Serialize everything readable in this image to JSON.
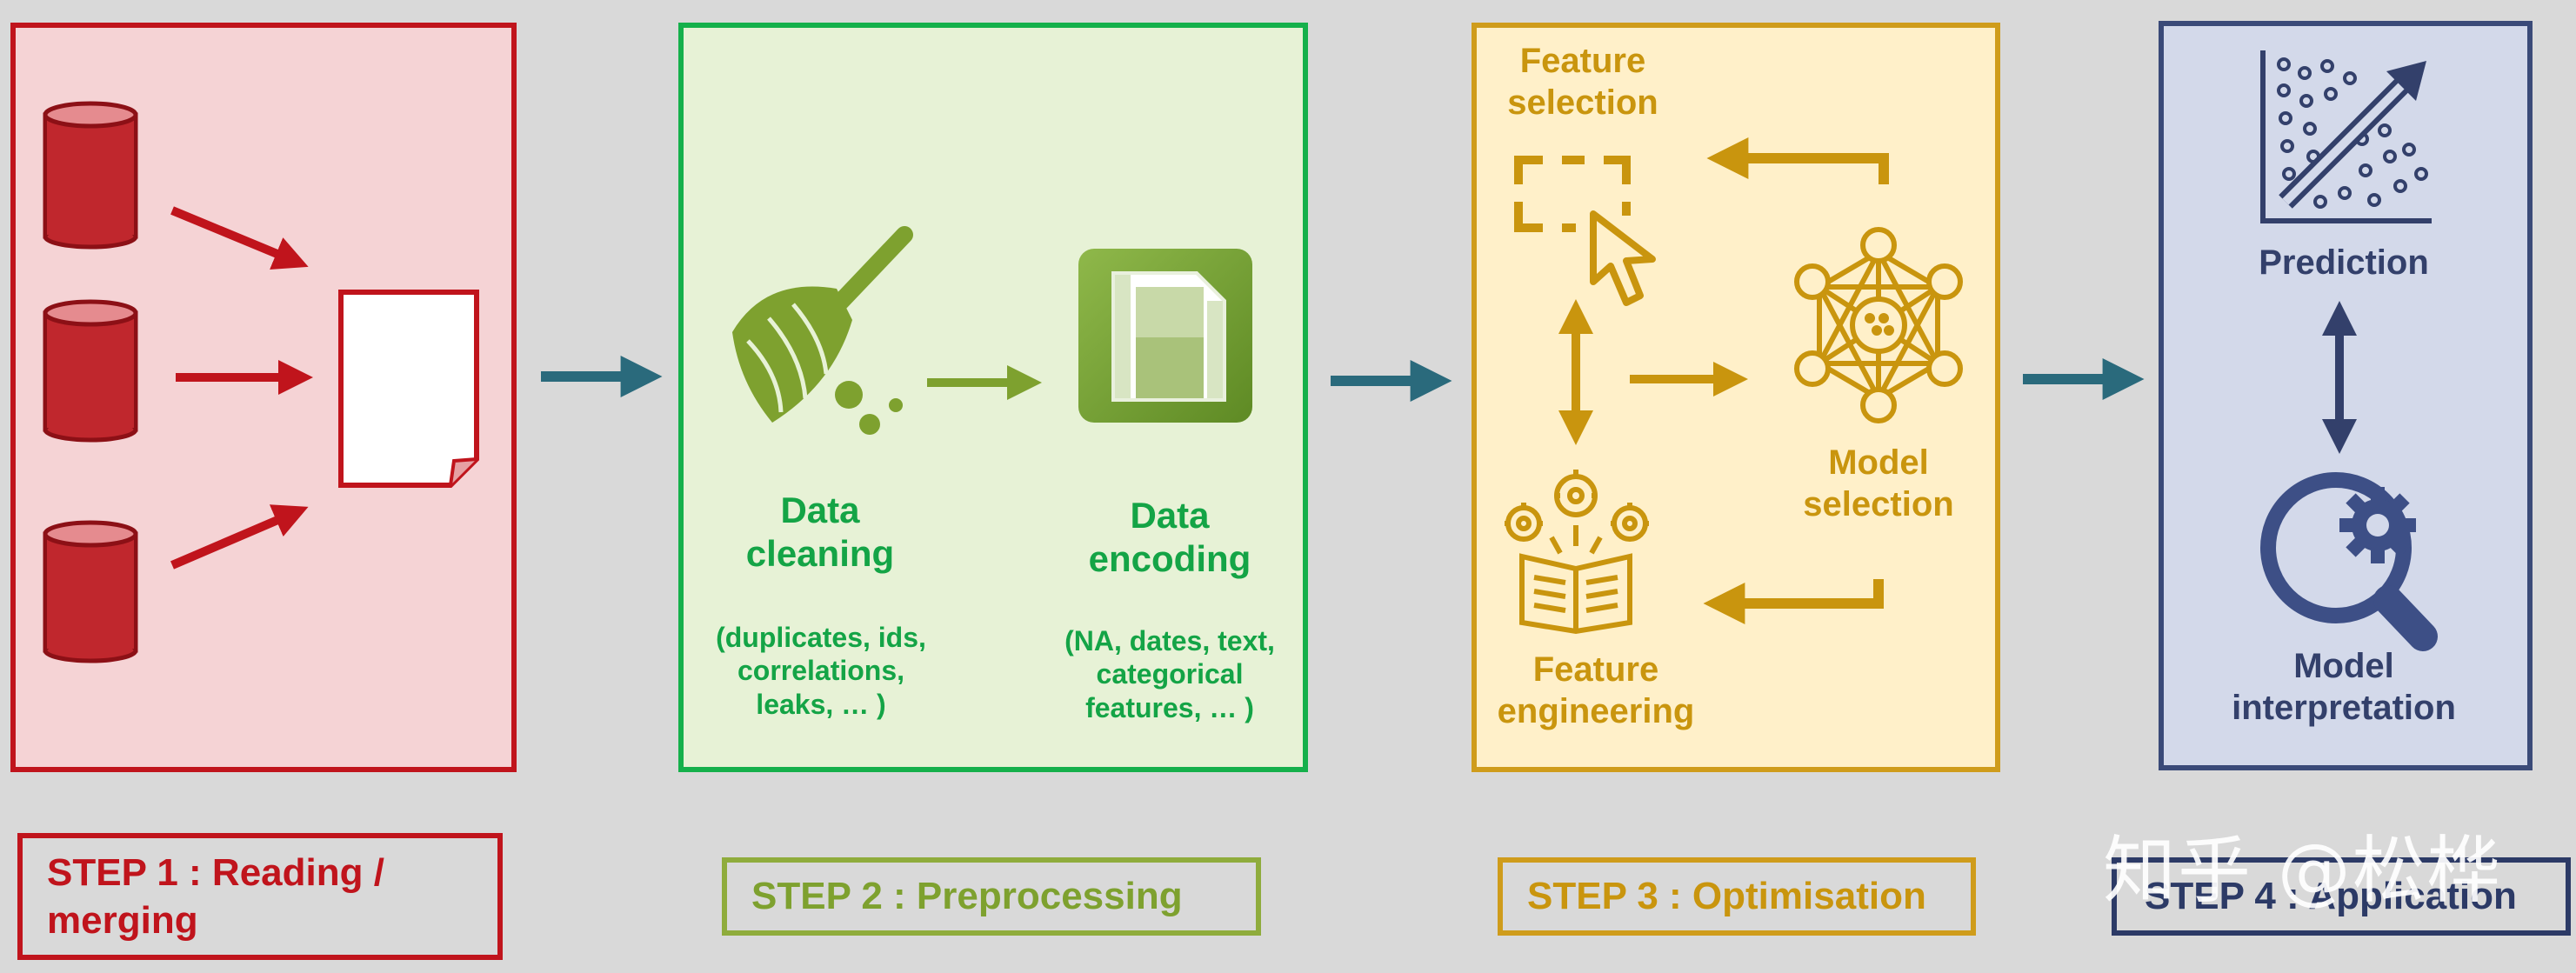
{
  "step2": {
    "cleaning_title": "Data cleaning",
    "cleaning_details": "(duplicates, ids, correlations, leaks, … )",
    "encoding_title": "Data encoding",
    "encoding_details": "(NA, dates, text, categorical features, … )"
  },
  "step3": {
    "feature_selection": "Feature selection",
    "model_selection": "Model selection",
    "feature_engineering": "Feature engineering"
  },
  "step4": {
    "prediction": "Prediction",
    "model_interpretation": "Model interpretation"
  },
  "steps": {
    "step1": "STEP 1 : Reading / merging",
    "step2": "STEP 2 : Preprocessing",
    "step3": "STEP 3 : Optimisation",
    "step4": "STEP 4 : Application"
  },
  "watermark": "知乎 @松桦",
  "colors": {
    "step1": "#c0141c",
    "step2": "#15b04b",
    "step3": "#cf9c1b",
    "step4": "#3a4a78",
    "flow_arrow": "#2a6a7c"
  }
}
